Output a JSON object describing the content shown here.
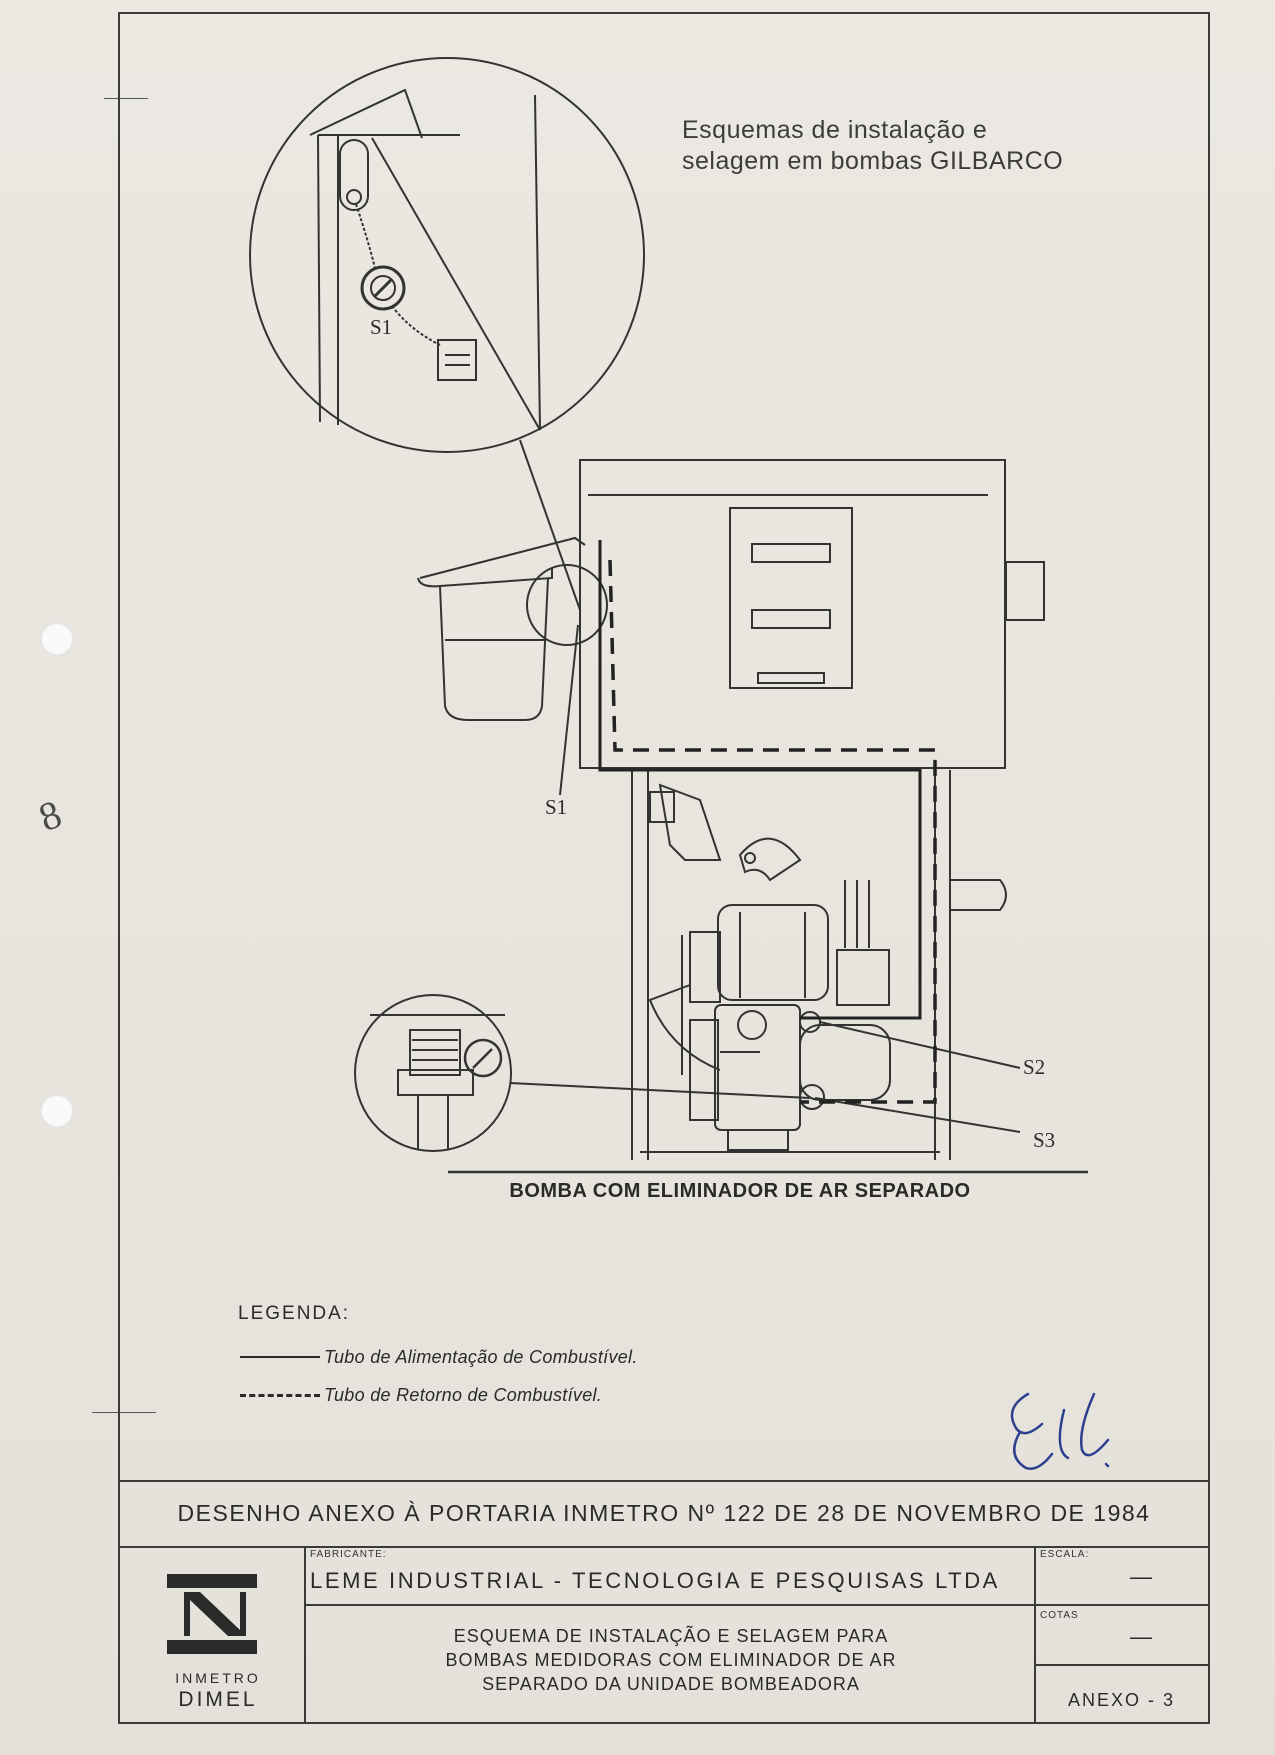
{
  "header_note": {
    "line1": "Esquemas de instalação e",
    "line2": "selagem em bombas GILBARCO"
  },
  "labels": {
    "s1_detail": "S1",
    "s1": "S1",
    "s2": "S2",
    "s3": "S3",
    "margin_note": "8"
  },
  "caption": "BOMBA COM ELIMINADOR DE AR SEPARADO",
  "legend": {
    "title": "LEGENDA:",
    "items": [
      {
        "style": "solid",
        "text": "Tubo de Alimentação de Combustível."
      },
      {
        "style": "dashed",
        "text": "Tubo de Retorno de Combustível."
      }
    ]
  },
  "title_block": {
    "main": "DESENHO ANEXO À PORTARIA INMETRO Nº 122 DE 28 DE NOVEMBRO DE 1984",
    "fabricante_label": "FABRICANTE:",
    "fabricante": "LEME INDUSTRIAL - TECNOLOGIA E PESQUISAS LTDA",
    "title_lines": [
      "ESQUEMA DE INSTALAÇÃO E SELAGEM PARA",
      "BOMBAS MEDIDORAS COM ELIMINADOR DE AR",
      "SEPARADO DA UNIDADE BOMBEADORA"
    ],
    "escala_label": "ESCALA:",
    "escala_value": "—",
    "cotas_label": "COTAS",
    "cotas_value": "—",
    "anexo": "ANEXO - 3",
    "logo_line1": "INMETRO",
    "logo_line2": "DIMEL"
  },
  "colors": {
    "ink": "#2a2a2a",
    "signature": "#2d3f8f",
    "paper": "#e9e6e0"
  }
}
